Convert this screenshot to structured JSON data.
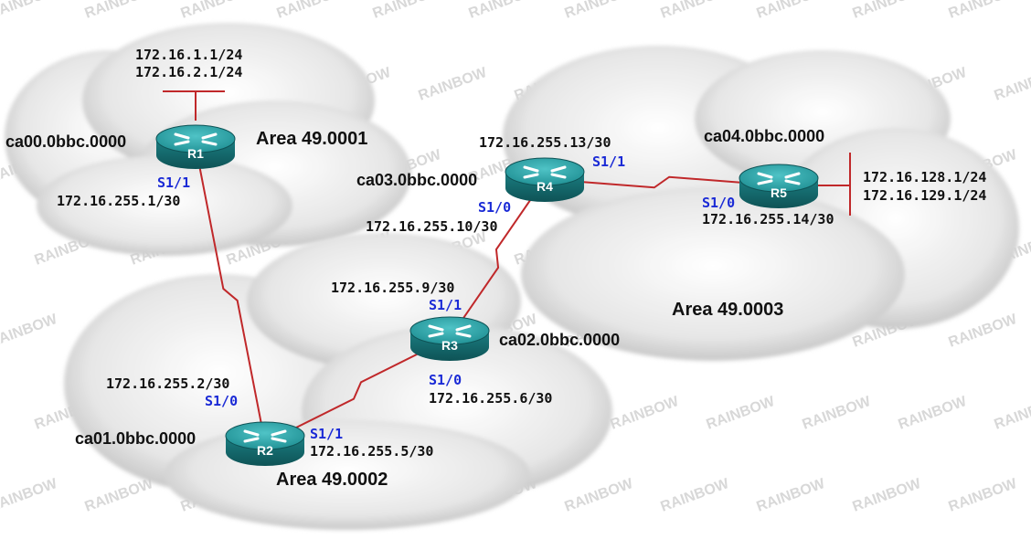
{
  "colors": {
    "link": "#c0282a",
    "router_body": "#1f8f93",
    "interface_label": "#1a2ad6",
    "watermark": "#d8d8d8"
  },
  "watermark": {
    "text": "RAINBOW"
  },
  "routers": [
    {
      "name": "R1",
      "system_id": "ca00.0bbc.0000"
    },
    {
      "name": "R2",
      "system_id": "ca01.0bbc.0000"
    },
    {
      "name": "R3",
      "system_id": "ca02.0bbc.0000"
    },
    {
      "name": "R4",
      "system_id": "ca03.0bbc.0000"
    },
    {
      "name": "R5",
      "system_id": "ca04.0bbc.0000"
    }
  ],
  "areas": [
    {
      "label": "Area 49.0001"
    },
    {
      "label": "Area 49.0002"
    },
    {
      "label": "Area 49.0003"
    }
  ],
  "networks": {
    "r1_lan": [
      "172.16.1.1/24",
      "172.16.2.1/24"
    ],
    "r5_lan": [
      "172.16.128.1/24",
      "172.16.129.1/24"
    ]
  },
  "links": [
    {
      "from": "R1",
      "to": "R2",
      "a_iface": "S1/1",
      "a_ip": "172.16.255.1/30",
      "b_iface": "S1/0",
      "b_ip": "172.16.255.2/30"
    },
    {
      "from": "R2",
      "to": "R3",
      "a_iface": "S1/1",
      "a_ip": "172.16.255.5/30",
      "b_iface": "S1/0",
      "b_ip": "172.16.255.6/30"
    },
    {
      "from": "R3",
      "to": "R4",
      "a_iface": "S1/1",
      "a_ip": "172.16.255.9/30",
      "b_iface": "S1/0",
      "b_ip": "172.16.255.10/30"
    },
    {
      "from": "R4",
      "to": "R5",
      "a_iface": "S1/1",
      "a_ip": "172.16.255.13/30",
      "b_iface": "S1/0",
      "b_ip": "172.16.255.14/30"
    }
  ]
}
